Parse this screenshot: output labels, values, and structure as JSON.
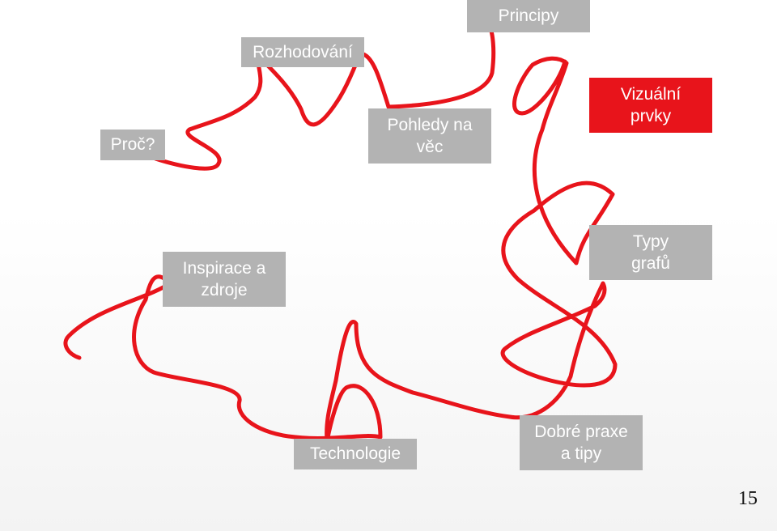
{
  "nodes": {
    "proc": "Proč?",
    "rozhodovani": "Rozhodování",
    "principy": "Principy",
    "pohledy": {
      "line1": "Pohledy na",
      "line2": "věc"
    },
    "vizualni": {
      "line1": "Vizuální",
      "line2": "prvky"
    },
    "inspirace": {
      "line1": "Inspirace a",
      "line2": "zdroje"
    },
    "typy": {
      "line1": "Typy",
      "line2": "grafů"
    },
    "technologie": "Technologie",
    "dobre": {
      "line1": "Dobré praxe",
      "line2": "a tipy"
    }
  },
  "colors": {
    "node_inactive": "#b3b3b3",
    "node_active": "#e8141b",
    "path": "#e8141b"
  },
  "page_number": "15"
}
